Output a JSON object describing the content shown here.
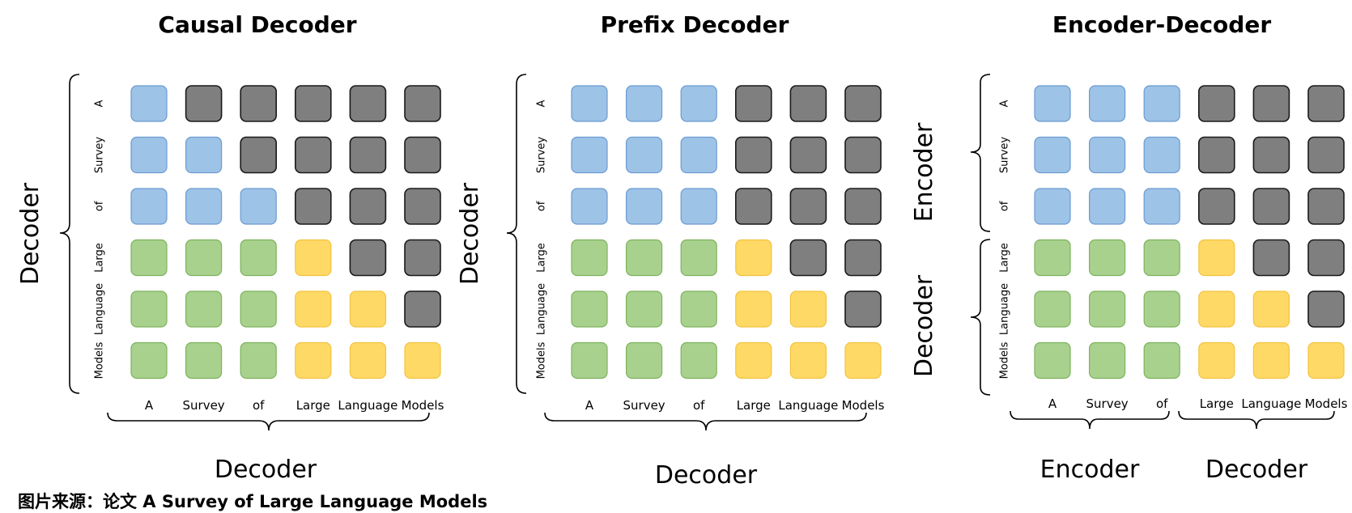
{
  "tokens": [
    "A",
    "Survey",
    "of",
    "Large",
    "Language",
    "Models"
  ],
  "colors": {
    "blue_fill": "#9dc3e6",
    "blue_stroke": "#6c9bd2",
    "gray_fill": "#7f7f7f",
    "gray_stroke": "#1a1a1a",
    "green_fill": "#a9d18e",
    "green_stroke": "#7cb35c",
    "yellow_fill": "#ffd966",
    "yellow_stroke": "#f2c340"
  },
  "panels": [
    {
      "title": "Causal Decoder",
      "left_label": "Decoder",
      "bottom_label": "Decoder",
      "matrix": [
        [
          "blue",
          "gray",
          "gray",
          "gray",
          "gray",
          "gray"
        ],
        [
          "blue",
          "blue",
          "gray",
          "gray",
          "gray",
          "gray"
        ],
        [
          "blue",
          "blue",
          "blue",
          "gray",
          "gray",
          "gray"
        ],
        [
          "green",
          "green",
          "green",
          "yellow",
          "gray",
          "gray"
        ],
        [
          "green",
          "green",
          "green",
          "yellow",
          "yellow",
          "gray"
        ],
        [
          "green",
          "green",
          "green",
          "yellow",
          "yellow",
          "yellow"
        ]
      ]
    },
    {
      "title": "Prefix Decoder",
      "left_label": "Decoder",
      "bottom_label": "Decoder",
      "matrix": [
        [
          "blue",
          "blue",
          "blue",
          "gray",
          "gray",
          "gray"
        ],
        [
          "blue",
          "blue",
          "blue",
          "gray",
          "gray",
          "gray"
        ],
        [
          "blue",
          "blue",
          "blue",
          "gray",
          "gray",
          "gray"
        ],
        [
          "green",
          "green",
          "green",
          "yellow",
          "gray",
          "gray"
        ],
        [
          "green",
          "green",
          "green",
          "yellow",
          "yellow",
          "gray"
        ],
        [
          "green",
          "green",
          "green",
          "yellow",
          "yellow",
          "yellow"
        ]
      ]
    },
    {
      "title": "Encoder-Decoder",
      "left_label_top": "Encoder",
      "left_label_bottom": "Decoder",
      "bottom_label_left": "Encoder",
      "bottom_label_right": "Decoder",
      "matrix": [
        [
          "blue",
          "blue",
          "blue",
          "gray",
          "gray",
          "gray"
        ],
        [
          "blue",
          "blue",
          "blue",
          "gray",
          "gray",
          "gray"
        ],
        [
          "blue",
          "blue",
          "blue",
          "gray",
          "gray",
          "gray"
        ],
        [
          "green",
          "green",
          "green",
          "yellow",
          "gray",
          "gray"
        ],
        [
          "green",
          "green",
          "green",
          "yellow",
          "yellow",
          "gray"
        ],
        [
          "green",
          "green",
          "green",
          "yellow",
          "yellow",
          "yellow"
        ]
      ]
    }
  ],
  "caption": "图片来源：论文 A Survey of Large Language Models"
}
